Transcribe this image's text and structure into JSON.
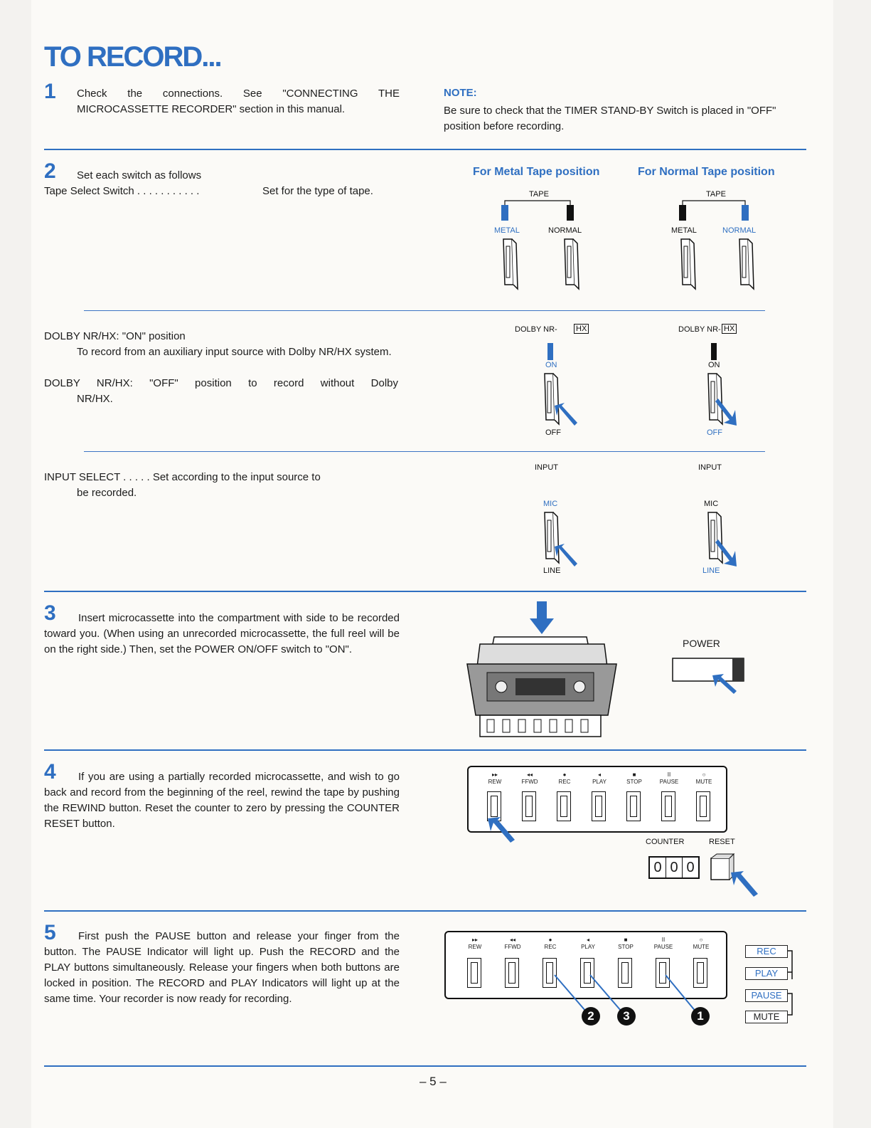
{
  "title": "TO RECORD...",
  "page_number": "– 5 –",
  "step1": {
    "number": "1",
    "text": "Check the connections. See \"CONNECTING THE MICROCASSETTE RECORDER\" section in this manual."
  },
  "note": {
    "heading": "NOTE:",
    "text": "Be sure to check that the TIMER STAND-BY Switch is placed in \"OFF\" position before recording."
  },
  "step2": {
    "number": "2",
    "text": "Set each switch as follows",
    "tape_select_label": "Tape Select Switch . . . . . . . . . . .",
    "tape_select_value": "Set for the type of tape.",
    "metal_heading": "For Metal Tape position",
    "normal_heading": "For Normal Tape position",
    "tape_label": "TAPE",
    "metal_label": "METAL",
    "normal_label": "NORMAL",
    "dolby_on_title": "DOLBY NR/HX: \"ON\" position",
    "dolby_on_text": "To record from an auxiliary input source with Dolby NR/HX system.",
    "dolby_off_title": "DOLBY NR/HX: \"OFF\" position to record without Dolby",
    "dolby_off_text": "NR/HX.",
    "dolby_label": "DOLBY NR-",
    "hx_label": "HX",
    "on_label": "ON",
    "off_label": "OFF",
    "input_title": "INPUT SELECT . . . . . Set according to the input source to",
    "input_text": "be recorded.",
    "input_label": "INPUT",
    "mic_label": "MIC",
    "line_label": "LINE"
  },
  "step3": {
    "number": "3",
    "text": "Insert microcassette into the compartment with side to be recorded toward you. (When using an unrecorded microcassette, the full reel will be on the right side.) Then, set the POWER ON/OFF switch to \"ON\".",
    "power_label": "POWER"
  },
  "step4": {
    "number": "4",
    "text": "If you are using a partially recorded microcassette, and wish to go back and record from the beginning of the reel, rewind the tape by pushing the REWIND button. Reset the counter to zero by pressing the COUNTER RESET button.",
    "counter_label": "COUNTER",
    "reset_label": "RESET",
    "counter_digits": [
      "0",
      "0",
      "0"
    ]
  },
  "step5": {
    "number": "5",
    "text": "First push the PAUSE button and release your finger from the button. The PAUSE Indicator will light up. Push the RECORD and the PLAY buttons simultaneously. Release your fingers when both buttons are locked in position. The RECORD and PLAY Indicators will light up at the same time. Your recorder is now ready for recording.",
    "indicators": [
      "REC",
      "PLAY",
      "PAUSE",
      "MUTE"
    ],
    "callouts": [
      "2",
      "3",
      "1"
    ]
  },
  "transport_buttons": [
    {
      "symbol": "▸▸",
      "label": "REW"
    },
    {
      "symbol": "◂◂",
      "label": "FFWD"
    },
    {
      "symbol": "●",
      "label": "REC"
    },
    {
      "symbol": "◂",
      "label": "PLAY"
    },
    {
      "symbol": "■",
      "label": "STOP"
    },
    {
      "symbol": "II",
      "label": "PAUSE"
    },
    {
      "symbol": "○",
      "label": "MUTE"
    }
  ],
  "colors": {
    "accent": "#2f6fc1",
    "text": "#1c1c1c",
    "paper": "#fbfaf7"
  }
}
